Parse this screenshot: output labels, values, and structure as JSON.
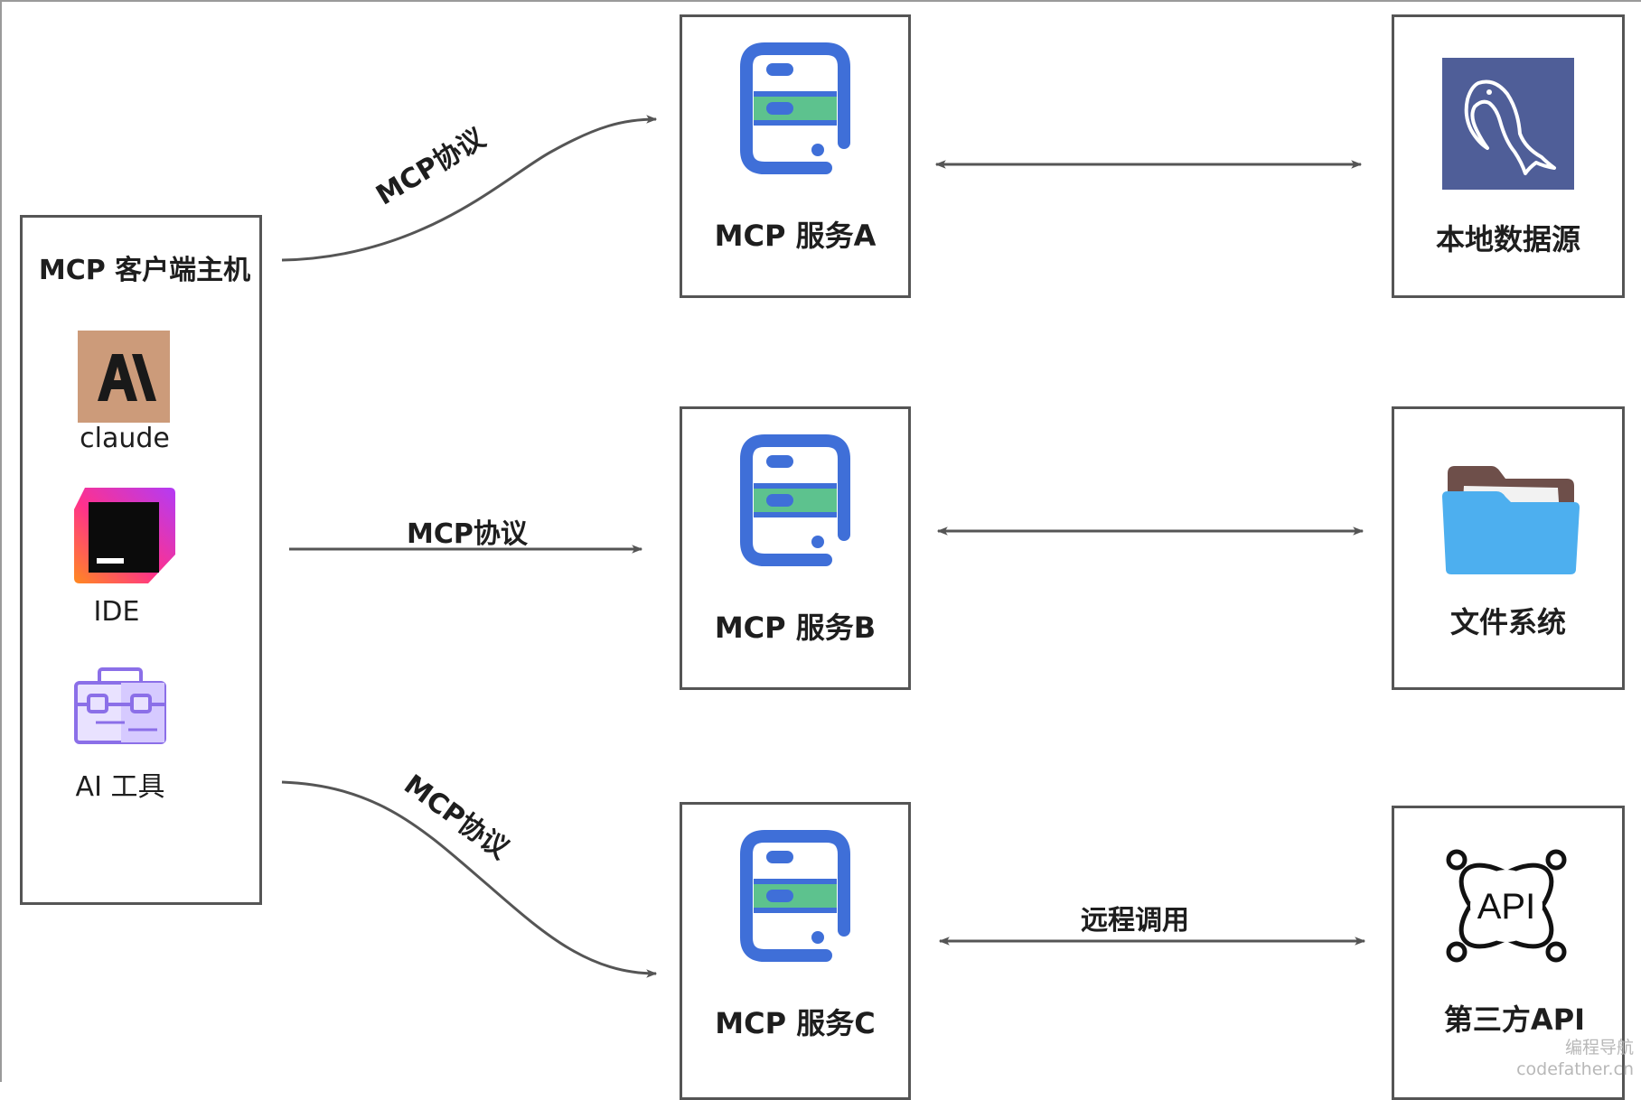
{
  "client": {
    "title": "MCP 客户端主机",
    "apps": [
      {
        "label": "claude",
        "icon": "anthropic-logo-icon",
        "color": "#D4A27F"
      },
      {
        "label": "IDE",
        "icon": "jetbrains-ide-icon",
        "color": "#FF318C"
      },
      {
        "label": "AI 工具",
        "icon": "toolbox-icon",
        "color": "#8B6FE8"
      }
    ]
  },
  "services": [
    {
      "label": "MCP 服务A",
      "icon": "server-icon"
    },
    {
      "label": "MCP 服务B",
      "icon": "server-icon"
    },
    {
      "label": "MCP 服务C",
      "icon": "server-icon"
    }
  ],
  "resources": [
    {
      "label": "本地数据源",
      "icon": "mysql-dolphin-icon",
      "color": "#4F5E98"
    },
    {
      "label": "文件系统",
      "icon": "folder-icon",
      "color": "#4DAFEF"
    },
    {
      "label": "第三方API",
      "icon": "api-icon",
      "color": "#111111"
    }
  ],
  "edges": {
    "client_to_a": "MCP协议",
    "client_to_b": "MCP协议",
    "client_to_c": "MCP协议",
    "c_to_api": "远程调用"
  },
  "colors": {
    "border": "#555555",
    "arrow": "#555555",
    "server_blue": "#3F6FD8",
    "server_green": "#5DC28E"
  },
  "watermark": {
    "line1": "编程导航",
    "line2": "codefather.cn"
  }
}
